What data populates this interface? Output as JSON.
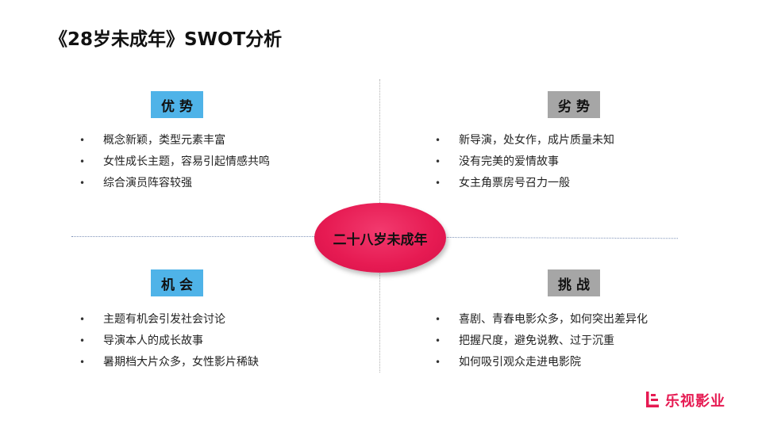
{
  "title": "《28岁未成年》SWOT分析",
  "center": "二十八岁未成年",
  "quadrants": {
    "strengths": {
      "label": "优势",
      "items": [
        "概念新颖，类型元素丰富",
        "女性成长主题，容易引起情感共鸣",
        "综合演员阵容较强"
      ]
    },
    "weaknesses": {
      "label": "劣势",
      "items": [
        "新导演，处女作，成片质量未知",
        "没有完美的爱情故事",
        "女主角票房号召力一般"
      ]
    },
    "opportunities": {
      "label": "机会",
      "items": [
        "主题有机会引发社会讨论",
        "导演本人的成长故事",
        "暑期档大片众多，女性影片稀缺"
      ]
    },
    "threats": {
      "label": "挑战",
      "items": [
        "喜剧、青春电影众多，如何突出差异化",
        "把握尺度，避免说教、过于沉重",
        "如何吸引观众走进电影院"
      ]
    }
  },
  "logo": {
    "text": "乐视影业",
    "icon": "letv-logo-icon",
    "color": "#e61a52"
  },
  "colors": {
    "badge_positive": "#4fb3e8",
    "badge_negative": "#a6a6a6",
    "center": "#e61a52"
  }
}
